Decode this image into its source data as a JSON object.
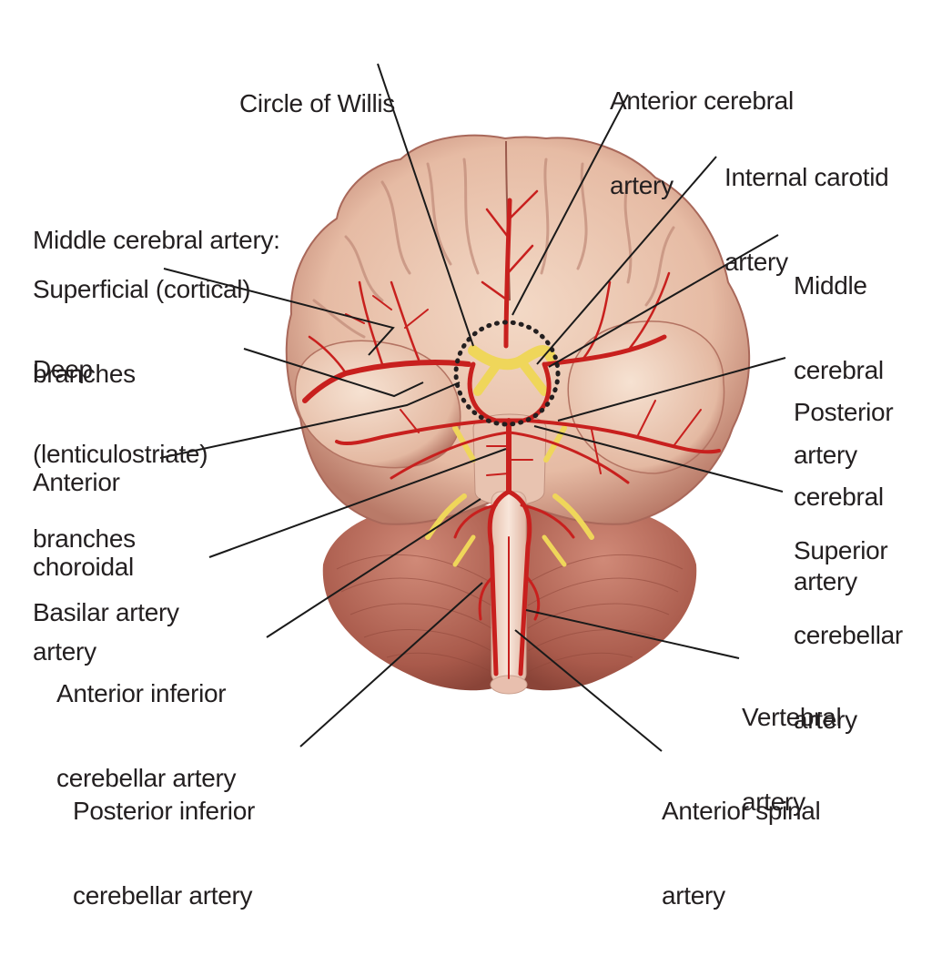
{
  "title": "Arteries of the brain (inferior view)",
  "colors": {
    "artery": "#c8201e",
    "brain": "#ecc7b0",
    "brain_shadow": "#b9786a",
    "cerebellum": "#a9584a",
    "nerve": "#efd65a",
    "text": "#231f20",
    "leader": "#1a1a1a"
  },
  "labels": {
    "circle_of_willis": [
      "Circle of Willis"
    ],
    "anterior_cerebral": [
      "Anterior cerebral",
      "artery"
    ],
    "internal_carotid": [
      "Internal carotid",
      "artery"
    ],
    "middle_cerebral_heading": [
      "Middle cerebral artery:"
    ],
    "superficial_branches": [
      "Superficial (cortical)",
      "branches"
    ],
    "deep_branches": [
      "Deep",
      "(lenticulostriate)",
      "branches"
    ],
    "anterior_choroidal": [
      "Anterior",
      "choroidal",
      "artery"
    ],
    "middle_cerebral": [
      "Middle",
      "cerebral",
      "artery"
    ],
    "posterior_cerebral": [
      "Posterior",
      "cerebral",
      "artery"
    ],
    "superior_cerebellar": [
      "Superior",
      "cerebellar",
      "artery"
    ],
    "basilar": [
      "Basilar artery"
    ],
    "anterior_inferior_cerebellar": [
      "Anterior inferior",
      "cerebellar artery"
    ],
    "vertebral": [
      "Vertebral",
      "artery"
    ],
    "posterior_inferior_cerebellar": [
      "Posterior inferior",
      "cerebellar artery"
    ],
    "anterior_spinal": [
      "Anterior spinal",
      "artery"
    ]
  }
}
